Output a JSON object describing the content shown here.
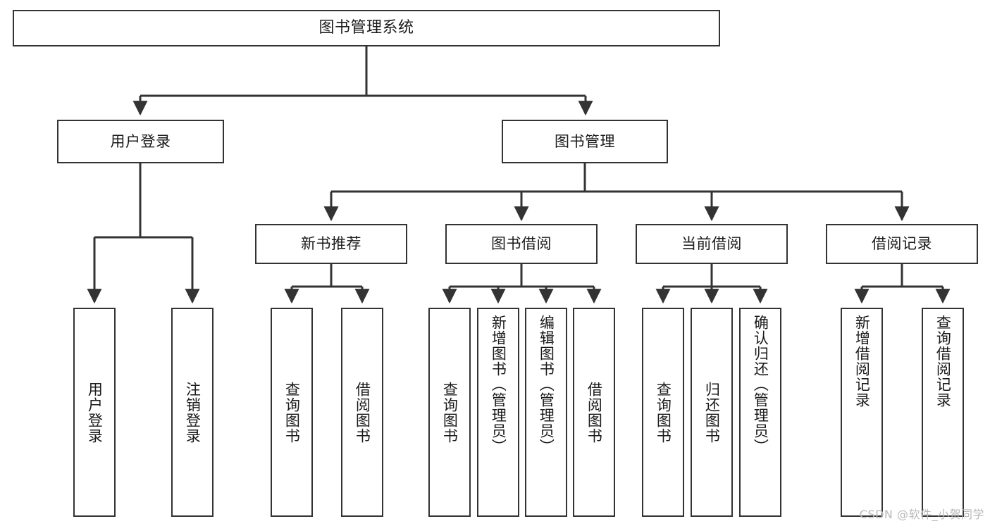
{
  "diagram": {
    "type": "tree-hierarchy",
    "title": "图书管理系统",
    "watermark": "CSDN @软件_小贺同学",
    "colors": {
      "box_border": "#333333",
      "box_fill": "#ffffff",
      "connector": "#333333",
      "background": "#ffffff",
      "watermark": "#b9b9b9"
    },
    "levels": [
      {
        "level": 1,
        "nodes": [
          {
            "id": "root",
            "label": "图书管理系统",
            "orientation": "horizontal"
          }
        ]
      },
      {
        "level": 2,
        "nodes": [
          {
            "id": "login",
            "label": "用户登录",
            "orientation": "horizontal",
            "parent": "root"
          },
          {
            "id": "bookmgmt",
            "label": "图书管理",
            "orientation": "horizontal",
            "parent": "root"
          }
        ]
      },
      {
        "level": 3,
        "nodes": [
          {
            "id": "newbook",
            "label": "新书推荐",
            "orientation": "horizontal",
            "parent": "bookmgmt"
          },
          {
            "id": "borrow",
            "label": "图书借阅",
            "orientation": "horizontal",
            "parent": "bookmgmt"
          },
          {
            "id": "current",
            "label": "当前借阅",
            "orientation": "horizontal",
            "parent": "bookmgmt"
          },
          {
            "id": "records",
            "label": "借阅记录",
            "orientation": "horizontal",
            "parent": "bookmgmt"
          }
        ]
      },
      {
        "level": 4,
        "nodes": [
          {
            "id": "leaf1",
            "label": "用户登录",
            "orientation": "vertical",
            "parent": "login"
          },
          {
            "id": "leaf2",
            "label": "注销登录",
            "orientation": "vertical",
            "parent": "login"
          },
          {
            "id": "leaf3",
            "label": "查询图书",
            "orientation": "vertical",
            "parent": "newbook"
          },
          {
            "id": "leaf4",
            "label": "借阅图书",
            "orientation": "vertical",
            "parent": "newbook"
          },
          {
            "id": "leaf5",
            "label": "查询图书",
            "orientation": "vertical",
            "parent": "borrow"
          },
          {
            "id": "leaf6",
            "label": "新增图书（管理员）",
            "orientation": "vertical",
            "parent": "borrow"
          },
          {
            "id": "leaf7",
            "label": "编辑图书（管理员）",
            "orientation": "vertical",
            "parent": "borrow"
          },
          {
            "id": "leaf8",
            "label": "借阅图书",
            "orientation": "vertical",
            "parent": "borrow"
          },
          {
            "id": "leaf9",
            "label": "查询图书",
            "orientation": "vertical",
            "parent": "current"
          },
          {
            "id": "leaf10",
            "label": "归还图书",
            "orientation": "vertical",
            "parent": "current"
          },
          {
            "id": "leaf11",
            "label": "确认归还（管理员）",
            "orientation": "vertical",
            "parent": "current"
          },
          {
            "id": "leaf12",
            "label": "新增借阅记录",
            "orientation": "vertical",
            "parent": "records"
          },
          {
            "id": "leaf13",
            "label": "查询借阅记录",
            "orientation": "vertical",
            "parent": "records"
          }
        ]
      }
    ]
  }
}
